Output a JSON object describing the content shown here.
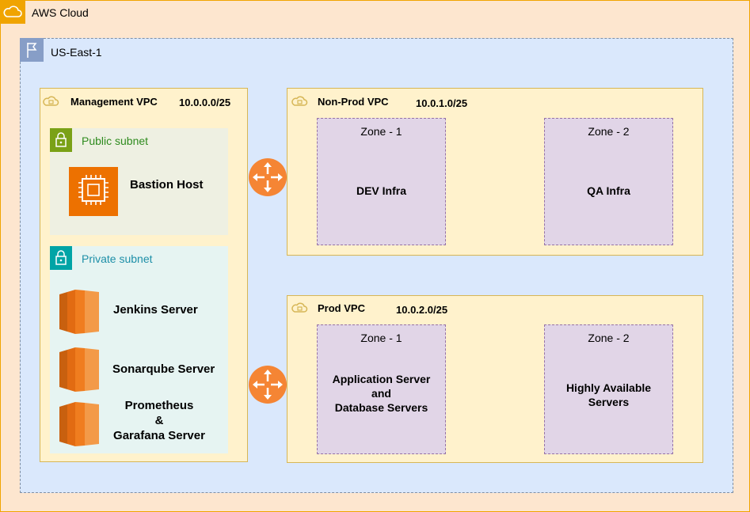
{
  "aws_cloud": {
    "label": "AWS Cloud"
  },
  "region": {
    "label": "US-East-1"
  },
  "management_vpc": {
    "label": "Management VPC",
    "cidr": "10.0.0.0/25",
    "public_subnet": {
      "label": "Public subnet",
      "bastion": "Bastion Host"
    },
    "private_subnet": {
      "label": "Private subnet",
      "servers": [
        "Jenkins Server",
        "Sonarqube Server",
        "Prometheus",
        "&",
        "Garafana Server"
      ]
    }
  },
  "nonprod_vpc": {
    "label": "Non-Prod VPC",
    "cidr": "10.0.1.0/25",
    "zone1": {
      "label": "Zone - 1",
      "content": "DEV Infra"
    },
    "zone2": {
      "label": "Zone - 2",
      "content": "QA Infra"
    }
  },
  "prod_vpc": {
    "label": "Prod VPC",
    "cidr": "10.0.2.0/25",
    "zone1": {
      "label": "Zone - 1",
      "content": [
        "Application Server",
        "and",
        "Database Servers"
      ]
    },
    "zone2": {
      "label": "Zone - 2",
      "content": [
        "Highly Available",
        "Servers"
      ]
    }
  },
  "colors": {
    "cloud_bg": "#fde6cf",
    "cloud_accent": "#f0a400",
    "region_bg": "#dae8fc",
    "vpc_bg": "#fff2cc",
    "zone_bg": "#e1d5e7",
    "ec2_orange": "#ed7100",
    "public_green": "#7aa116",
    "private_teal": "#00a4a6",
    "router_orange": "#f58534"
  },
  "icons": [
    "cloud-icon",
    "flag-icon",
    "vpc-cloud-icon",
    "lock-icon",
    "ec2-instance-icon",
    "ec2-server-icon",
    "router-icon"
  ]
}
